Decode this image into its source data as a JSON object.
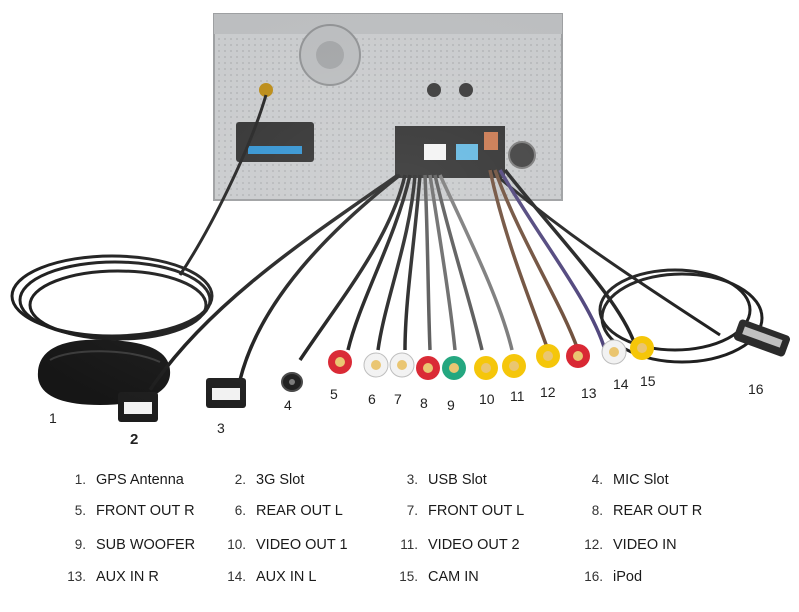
{
  "callouts": [
    "1",
    "2",
    "3",
    "4",
    "5",
    "6",
    "7",
    "8",
    "9",
    "10",
    "11",
    "12",
    "13",
    "14",
    "15",
    "16"
  ],
  "legend": [
    {
      "num": "1.",
      "label": "GPS Antenna"
    },
    {
      "num": "2.",
      "label": "3G Slot"
    },
    {
      "num": "3.",
      "label": "USB Slot"
    },
    {
      "num": "4.",
      "label": "MIC Slot"
    },
    {
      "num": "5.",
      "label": "FRONT OUT R"
    },
    {
      "num": "6.",
      "label": "REAR OUT L"
    },
    {
      "num": "7.",
      "label": "FRONT OUT L"
    },
    {
      "num": "8.",
      "label": "REAR OUT R"
    },
    {
      "num": "9.",
      "label": "SUB WOOFER"
    },
    {
      "num": "10.",
      "label": "VIDEO OUT 1"
    },
    {
      "num": "11.",
      "label": "VIDEO OUT 2"
    },
    {
      "num": "12.",
      "label": "VIDEO IN"
    },
    {
      "num": "13.",
      "label": "AUX IN R"
    },
    {
      "num": "14.",
      "label": "AUX IN L"
    },
    {
      "num": "15.",
      "label": "CAM IN"
    },
    {
      "num": "16.",
      "label": "iPod"
    }
  ],
  "colors": {
    "rca_red": "#d8202c",
    "rca_white": "#f2f2f2",
    "rca_yellow": "#f5c400",
    "rca_green": "#1aa37a",
    "wire_brown": "#6b4a36",
    "wire_purple": "#4a3f78",
    "chassis": "#c9cbcd"
  }
}
